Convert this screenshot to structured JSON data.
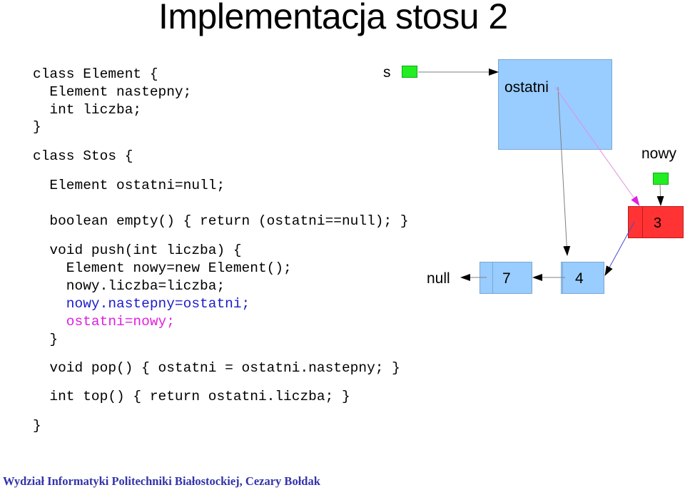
{
  "title": "Implementacja stosu 2",
  "code": {
    "line1": "class Element {",
    "line2": "  Element nastepny;",
    "line3": "  int liczba;",
    "line4": "}",
    "line5": "class Stos {",
    "line6": "  Element ostatni=null;",
    "line7": "  boolean empty() { return (ostatni==null); }",
    "line8": "  void push(int liczba) {",
    "line9": "    Element nowy=new Element();",
    "line10": "    nowy.liczba=liczba;",
    "line11": "    nowy.nastepny=ostatni;",
    "line12": "    ostatni=nowy;",
    "line13": "  }",
    "line14": "  void pop() { ostatni = ostatni.nastepny; }",
    "line15": "  int top() { return ostatni.liczba; }",
    "line16": "}"
  },
  "diagram": {
    "s_label": "s",
    "ostatni_label": "ostatni",
    "nowy_label": "nowy",
    "null_label": "null",
    "node1_value": "7",
    "node2_value": "4",
    "new_node_value": "3"
  },
  "colors": {
    "code_blue": "#1c1ccc",
    "code_magenta": "#e020e0",
    "node_fill": "#99ccff",
    "pointer_fill": "#22ee22",
    "new_node_fill": "#ff3333"
  },
  "footer": "Wydział Informatyki Politechniki Białostockiej, Cezary Bołdak"
}
